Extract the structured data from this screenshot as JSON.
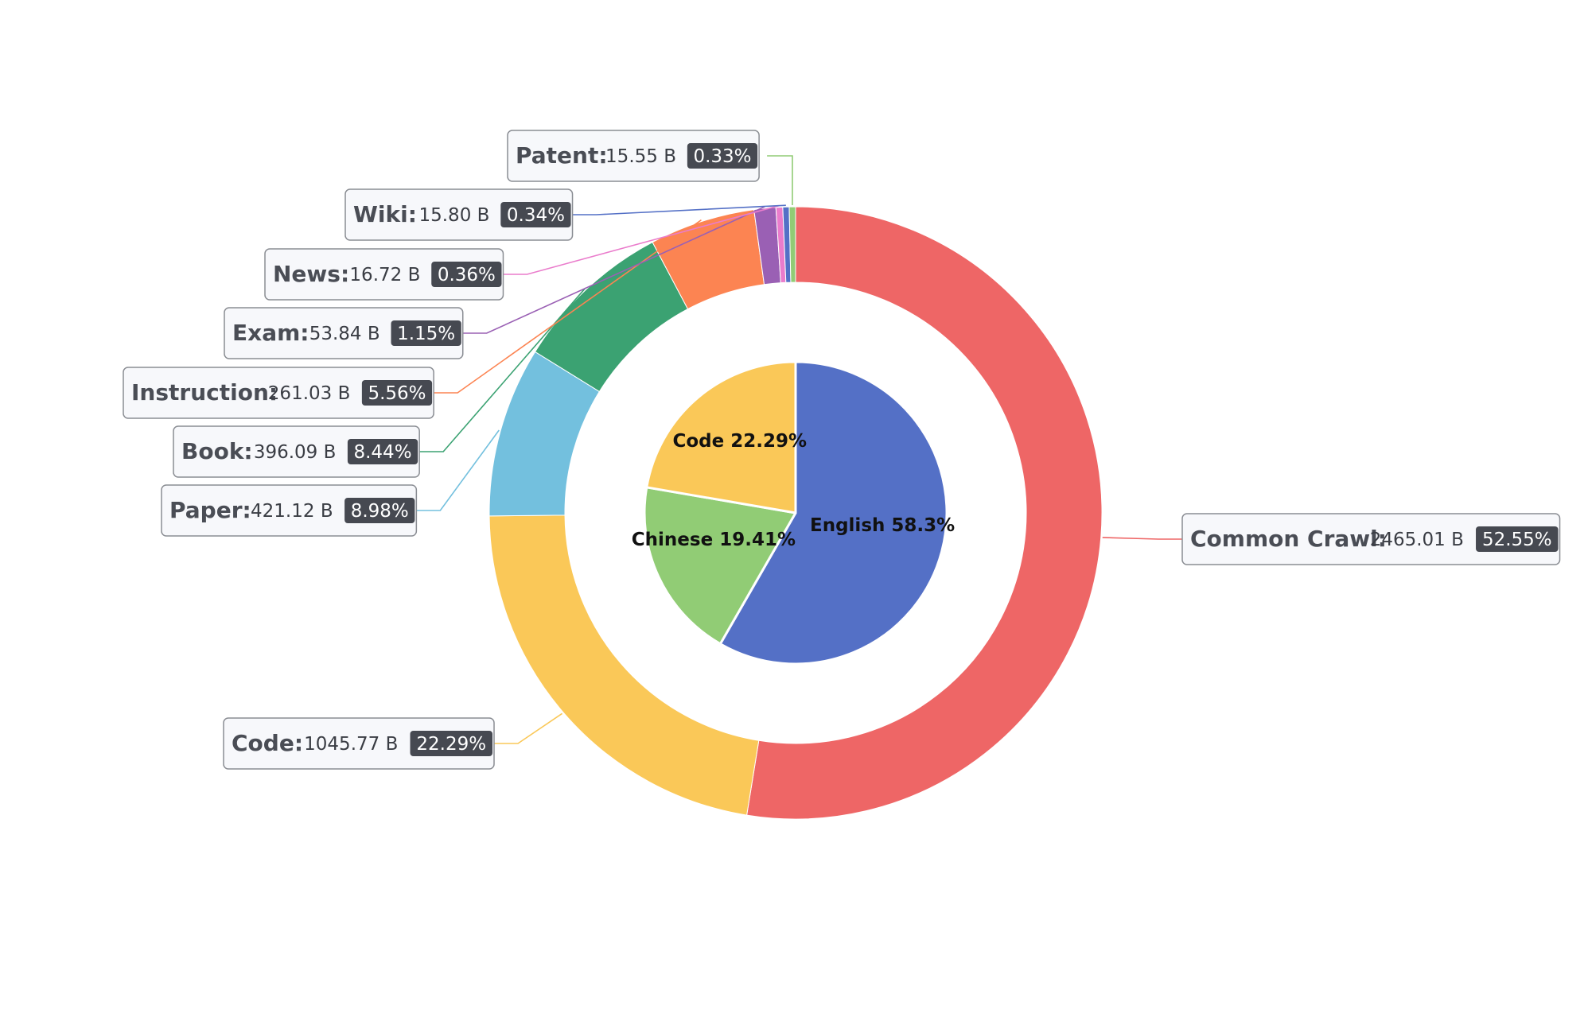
{
  "chart_data": [
    {
      "type": "pie",
      "ring": "outer",
      "unit": "B",
      "categories": [
        "Common Crawl",
        "Code",
        "Paper",
        "Book",
        "Instruction",
        "Exam",
        "News",
        "Wiki",
        "Patent"
      ],
      "values": [
        2465.01,
        1045.77,
        421.12,
        396.09,
        261.03,
        53.84,
        16.72,
        15.8,
        15.55
      ],
      "value_labels": [
        "2465.01 B",
        "1045.77 B",
        "421.12 B",
        "396.09 B",
        "261.03 B",
        "53.84 B",
        "16.72 B",
        "15.80 B",
        "15.55 B"
      ],
      "percent_labels": [
        "52.55%",
        "22.29%",
        "8.98%",
        "8.44%",
        "5.56%",
        "1.15%",
        "0.36%",
        "0.34%",
        "0.33%"
      ],
      "name_labels": [
        "Common Crawl:",
        "Code:",
        "Paper:",
        "Book:",
        "Instruction:",
        "Exam:",
        "News:",
        "Wiki:",
        "Patent:"
      ],
      "colors": [
        "#ee6666",
        "#fac858",
        "#73c0de",
        "#3ba272",
        "#fc8452",
        "#9a60b4",
        "#ea7ccc",
        "#5470c6",
        "#91cc75"
      ]
    },
    {
      "type": "pie",
      "ring": "inner",
      "categories": [
        "English",
        "Chinese",
        "Code"
      ],
      "values": [
        58.3,
        19.41,
        22.29
      ],
      "labels": [
        "English 58.3%",
        "Chinese 19.41%",
        "Code 22.29%"
      ],
      "colors": [
        "#5470c6",
        "#91cc75",
        "#fac858"
      ]
    }
  ]
}
